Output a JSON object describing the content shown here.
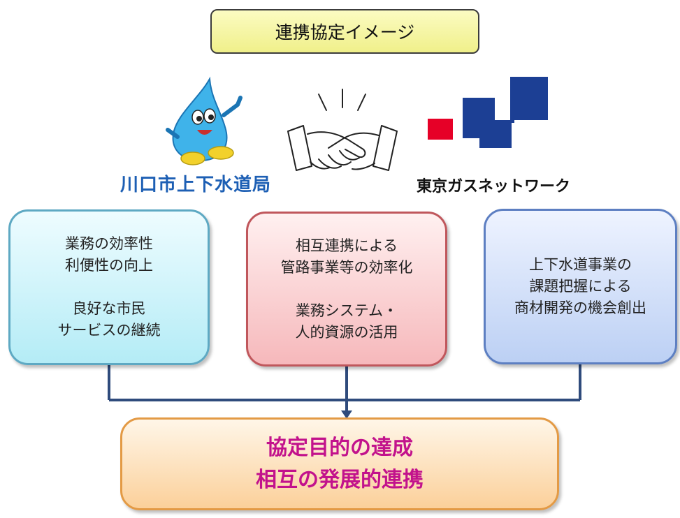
{
  "title": "連携協定イメージ",
  "logos": {
    "left_caption": "川口市上下水道局",
    "right_caption": "東京ガスネットワーク"
  },
  "cards": {
    "left": {
      "line1": "業務の効率性",
      "line2": "利便性の向上",
      "line3": "良好な市民",
      "line4": "サービスの継続"
    },
    "center": {
      "line1": "相互連携による",
      "line2": "管路事業等の効率化",
      "line3": "業務システム・",
      "line4": "人的資源の活用"
    },
    "right": {
      "line1": "上下水道事業の",
      "line2": "課題把握による",
      "line3": "商材開発の機会創出"
    }
  },
  "result": {
    "line1": "協定目的の達成",
    "line2": "相互の発展的連携"
  },
  "colors": {
    "title_fill": "#f5f5a8",
    "left_card": "#b4ecf6",
    "center_card": "#f6b8bb",
    "right_card": "#bcd0f4",
    "result_fill": "#fbd09a",
    "result_text": "#c2128c",
    "connector": "#2f4b7c",
    "tokyogas_blue": "#1c3f94",
    "tokyogas_red": "#e60027"
  }
}
